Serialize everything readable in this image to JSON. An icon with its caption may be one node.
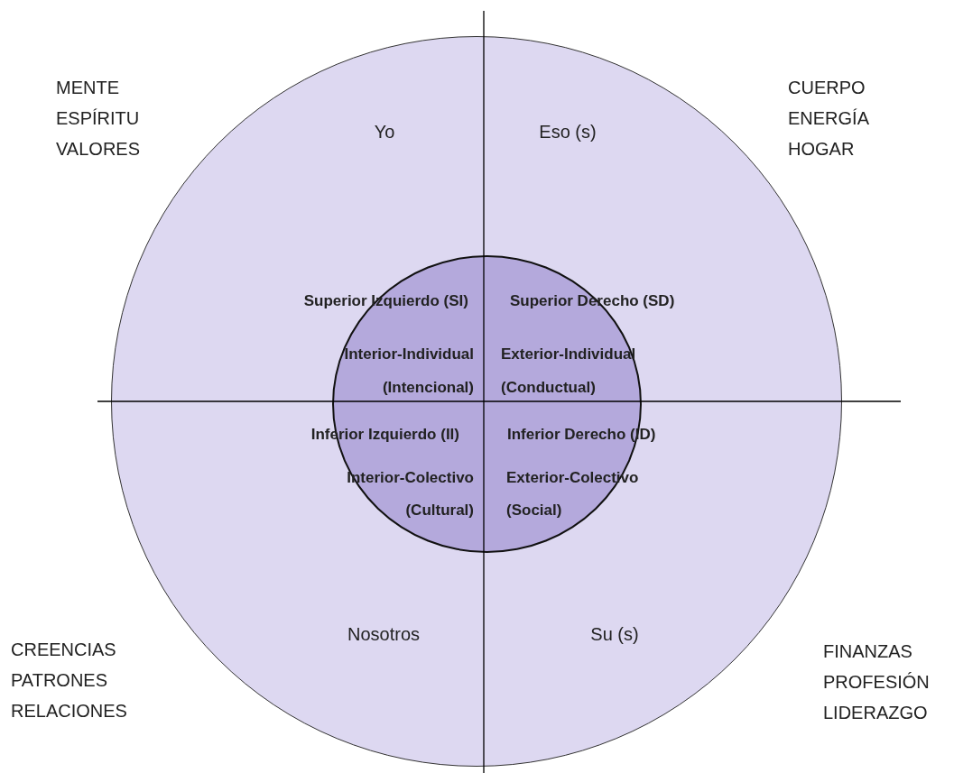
{
  "diagram": {
    "nodes": [
      {
        "text": [
          "Yo",
          "Eso (s)",
          "Nosotros",
          "Su (s)"
        ]
      },
      {
        "text": [
          "Superior Izquierdo (SI)",
          "Interior-Individual (Intencional)",
          "Superior Derecho (SD)",
          "Exterior-Individual (Conductual)",
          "Inferior Izquierdo (II)",
          "Interior-Colectivo (Cultural)",
          "Inferior Derecho (ID)",
          "Exterior-Colectivo (Social)"
        ],
        "in": 0
      }
    ],
    "labels": [
      "MENTE ESPÍRITU VALORES",
      "CUERPO ENERGÍA HOGAR",
      "CREENCIAS PATRONES RELACIONES",
      "FINANZAS PROFESIÓN LIDERAZGO"
    ]
  }
}
